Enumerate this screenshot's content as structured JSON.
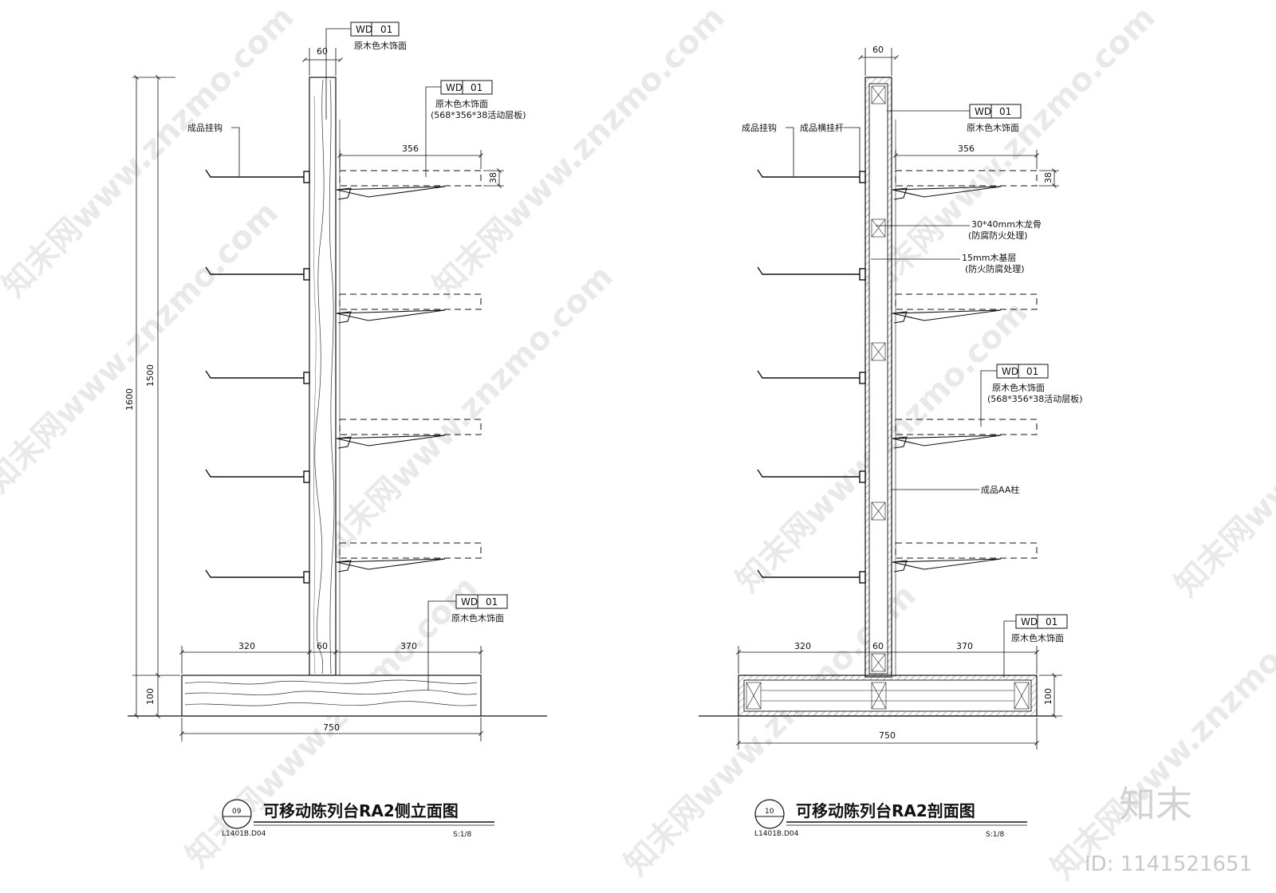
{
  "watermarks": {
    "pattern": "知末网www.znzmo.com",
    "brand": "知末",
    "id": "ID: 1141521651"
  },
  "tag": {
    "code": "WD",
    "num": "01"
  },
  "left": {
    "total_height": "1600",
    "upright_height": "1500",
    "base_height": "100",
    "post_width": "60",
    "shelf_depth": "356",
    "shelf_thickness": "38",
    "left_span": "320",
    "mid_span": "60",
    "right_span": "370",
    "total_width": "750",
    "hook_label": "成品挂钩",
    "tag1_text": "原木色木饰面",
    "tag2_text": "原木色木饰面",
    "tag2_sub": "(568*356*38活动层板)",
    "tag3_text": "原木色木饰面",
    "title": "可移动陈列台RA2侧立面图",
    "number": "09",
    "ref": "L1401B.D04",
    "scale": "S:1/8"
  },
  "right": {
    "post_width": "60",
    "shelf_depth": "356",
    "shelf_thickness": "38",
    "base_height": "100",
    "left_span": "320",
    "mid_span": "60",
    "right_span": "370",
    "total_width": "750",
    "hook_label": "成品挂钩",
    "rail_label": "成品横挂杆",
    "tag1_text": "原木色木饰面",
    "keel_label": "30*40mm木龙骨",
    "keel_sub": "(防腐防火处理)",
    "board_label": "15mm木基层",
    "board_sub": "(防火防腐处理)",
    "tag2_text": "原木色木饰面",
    "tag2_sub": "(568*356*38活动层板)",
    "column_label": "成品AA柱",
    "tag3_text": "原木色木饰面",
    "title": "可移动陈列台RA2剖面图",
    "number": "10",
    "ref": "L1401B.D04",
    "scale": "S:1/8"
  }
}
